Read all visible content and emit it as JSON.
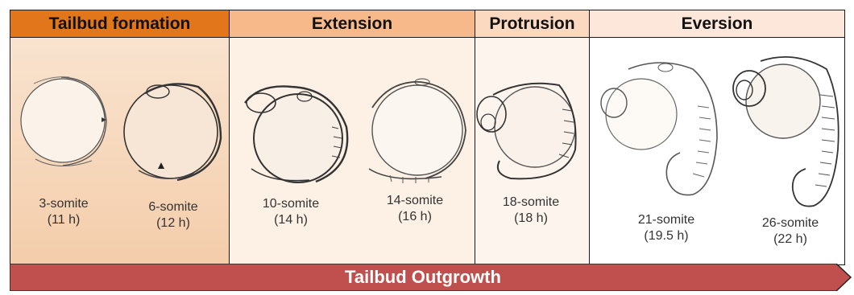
{
  "phases": [
    {
      "id": "p1",
      "title": "Tailbud formation"
    },
    {
      "id": "p2",
      "title": "Extension"
    },
    {
      "id": "p3",
      "title": "Protrusion"
    },
    {
      "id": "p4",
      "title": "Eversion"
    }
  ],
  "stages": [
    {
      "name": "3-somite",
      "time": "(11 h)"
    },
    {
      "name": "6-somite",
      "time": "(12 h)"
    },
    {
      "name": "10-somite",
      "time": "(14 h)"
    },
    {
      "name": "14-somite",
      "time": "(16 h)"
    },
    {
      "name": "18-somite",
      "time": "(18 h)"
    },
    {
      "name": "21-somite",
      "time": "(19.5 h)"
    },
    {
      "name": "26-somite",
      "time": "(22 h)"
    }
  ],
  "bottom_bar": {
    "label": "Tailbud Outgrowth",
    "color": "#c0504d"
  },
  "colors": {
    "tailbud_header": "#e2761b",
    "extension_header": "#f7b98a",
    "protrusion_header": "#fbd9c0",
    "eversion_header": "#fce7da"
  }
}
